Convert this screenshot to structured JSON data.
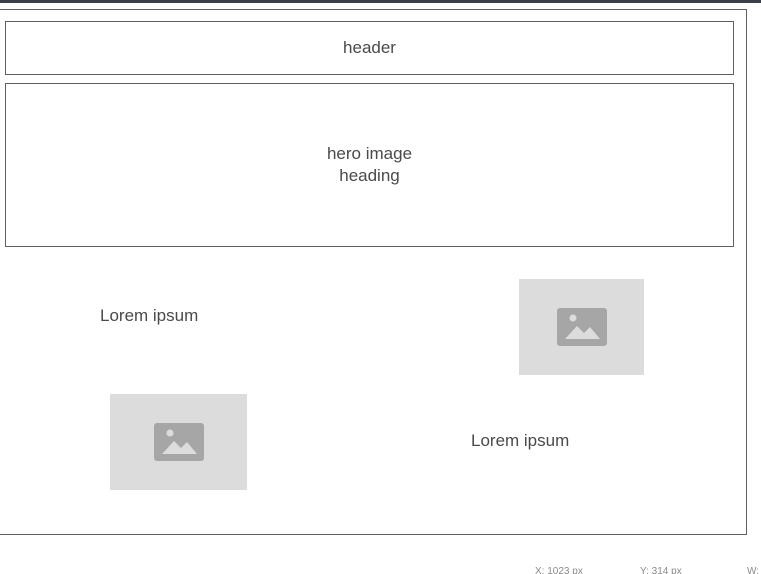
{
  "wireframe": {
    "header_label": "header",
    "hero": {
      "line1": "hero image",
      "line2": "heading"
    },
    "sections": [
      {
        "text": "Lorem ipsum",
        "image_icon": "image-icon"
      },
      {
        "text": "Lorem ipsum",
        "image_icon": "image-icon"
      }
    ]
  },
  "status_bar": {
    "x_readout": "X: 1023 px",
    "y_readout": "Y: 314 px",
    "w_readout": "W:"
  },
  "colors": {
    "border": "#5f5f5f",
    "placeholder_bg": "#dcdcdc",
    "placeholder_icon": "#a6a6a6",
    "top_bar": "#3c3f4a"
  }
}
